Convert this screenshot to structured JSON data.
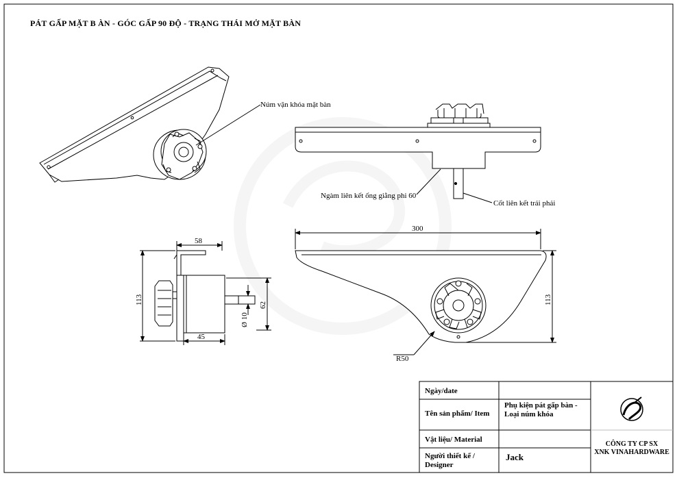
{
  "title": "PÁT GẤP MẶT B ÀN - GÓC GẤP 90 ĐỘ - TRẠNG THÁI MỞ MẶT BÀN",
  "annotations": {
    "knob": "Núm vặn khóa mặt bàn",
    "sleeve": "Ngàm liên kết ống giằng phi 60",
    "pin": "Cốt liên kết trái phải"
  },
  "dimensions": {
    "side_top": "58",
    "side_height": "113",
    "side_depth": "45",
    "side_right": "62",
    "side_pin": "Ø 10",
    "front_width": "300",
    "front_height": "113",
    "front_radius": "R50"
  },
  "title_block": {
    "date_label": "Ngày/date",
    "item_label": "Tên sản phẩm/ Item",
    "item_value": "Phụ kiện pát gấp bàn - Loại núm khóa",
    "item_value_line1": "Phụ kiện pát gấp bàn -",
    "item_value_line2": "Loại núm khóa",
    "material_label": "Vật liệu/ Material",
    "designer_label_line1": "Người thiết kế /",
    "designer_label_line2": "Designer",
    "designer_value": "Jack",
    "company_line1": "CÔNG TY CP SX",
    "company_line2": "XNK VINAHARDWARE"
  },
  "colors": {
    "line": "#000000",
    "paper": "#ffffff",
    "watermark": "#ededed"
  },
  "icons": {
    "logo": "vinahardware-logo-icon"
  }
}
